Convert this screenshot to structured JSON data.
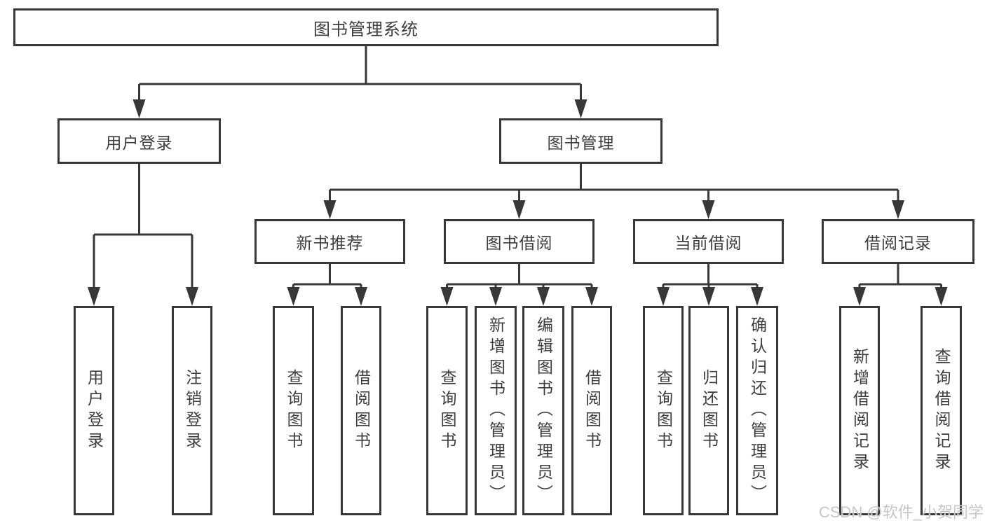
{
  "diagram": {
    "root": {
      "label": "图书管理系统"
    },
    "level2": [
      {
        "label": "用户登录"
      },
      {
        "label": "图书管理"
      }
    ],
    "level3": [
      {
        "label": "新书推荐"
      },
      {
        "label": "图书借阅"
      },
      {
        "label": "当前借阅"
      },
      {
        "label": "借阅记录"
      }
    ],
    "leaves": {
      "user_login": [
        {
          "label": "用户登录"
        },
        {
          "label": "注销登录"
        }
      ],
      "new_books": [
        {
          "label": "查询图书"
        },
        {
          "label": "借阅图书"
        }
      ],
      "book_borrow": [
        {
          "label": "查询图书"
        },
        {
          "label": "新增图书（管理员）"
        },
        {
          "label": "编辑图书（管理员）"
        },
        {
          "label": "借阅图书"
        }
      ],
      "current_borrow": [
        {
          "label": "查询图书"
        },
        {
          "label": "归还图书"
        },
        {
          "label": "确认归还（管理员）"
        }
      ],
      "borrow_records": [
        {
          "label": "新增借阅记录"
        },
        {
          "label": "查询借阅记录"
        }
      ]
    }
  },
  "watermark": {
    "text": "CSDN @软件_小贺同学"
  },
  "colors": {
    "line": "#383838",
    "text": "#3d3d3d",
    "background": "#ffffff",
    "watermark": "#c6c6c6"
  }
}
